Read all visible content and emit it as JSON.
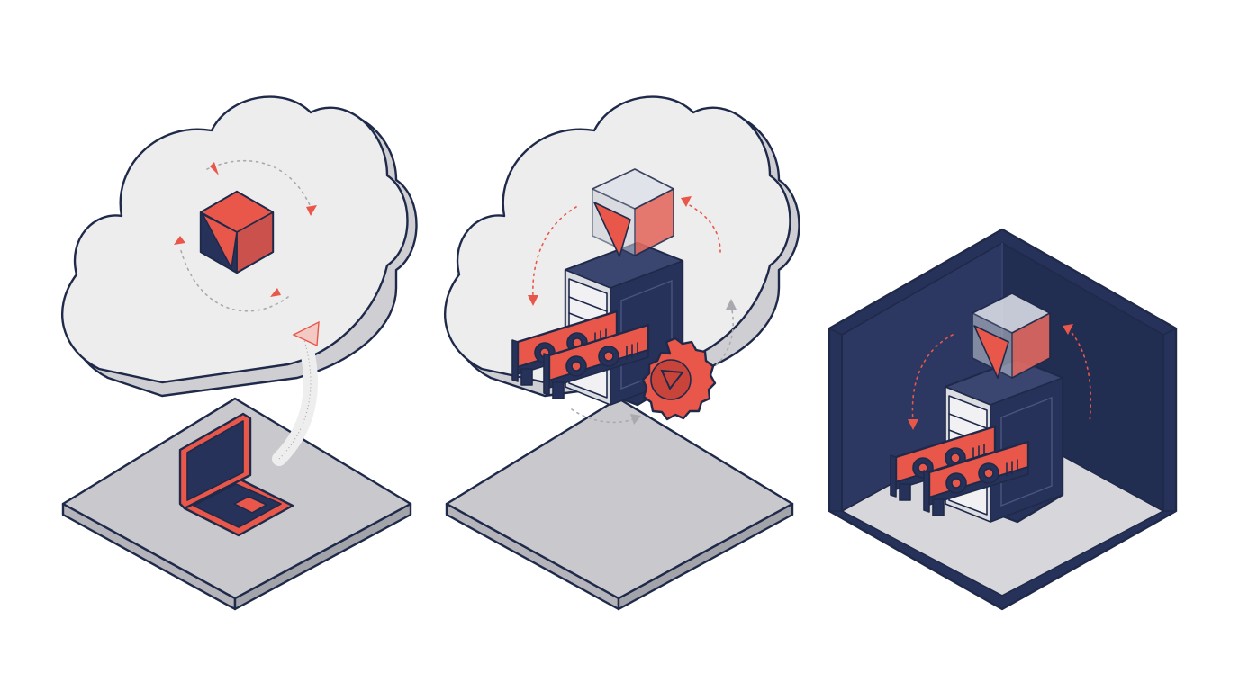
{
  "colors": {
    "ink": "#1f2a4a",
    "navy": "#27325a",
    "accent": "#e8574a",
    "accent_dark": "#c8443a",
    "cloud_fill": "#ededed",
    "cloud_side": "#cfcfd3",
    "platform_top": "#c9c9cd",
    "platform_side": "#b4b4ba",
    "room_floor": "#d7d7db",
    "arrow_gray": "#a9a9b0",
    "glass": "#c9ced8"
  },
  "panels": [
    {
      "name": "cloud-with-local-laptop",
      "icons": [
        "cloud-icon",
        "model-cube-icon",
        "sync-cycle-icon",
        "laptop-icon",
        "upload-arrow-icon"
      ]
    },
    {
      "name": "cloud-with-gpu-server",
      "icons": [
        "cloud-icon",
        "model-cube-icon",
        "gpu-server-icon",
        "gpu-card-icon",
        "certificate-seal-icon",
        "sync-cycle-icon"
      ]
    },
    {
      "name": "on-premise-room-with-gpu-server",
      "icons": [
        "room-icon",
        "model-cube-icon",
        "gpu-server-icon",
        "gpu-card-icon",
        "sync-cycle-icon"
      ]
    }
  ]
}
